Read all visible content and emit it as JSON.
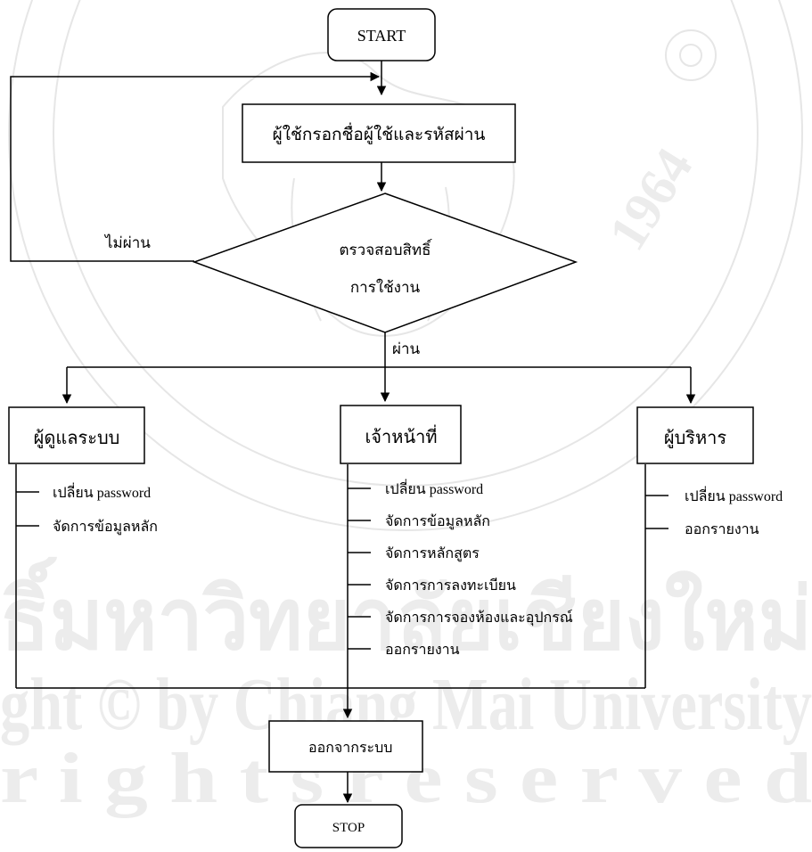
{
  "watermark": {
    "university_year": "1964",
    "line_1": "ธิ์มหาวิทยาลัยเชียงใหม่",
    "line_2": "ght © by Chiang Mai University",
    "line_3": "r i g h t s   r e s e r v e d"
  },
  "nodes": {
    "start": "START",
    "login": "ผู้ใช้กรอกชื่อผู้ใช้และรหัสผ่าน",
    "check_line1": "ตรวจสอบสิทธิ์",
    "check_line2": "การใช้งาน",
    "admin": "ผู้ดูแลระบบ",
    "staff": "เจ้าหน้าที่",
    "exec": "ผู้บริหาร",
    "logout": "ออกจากระบบ",
    "stop": "STOP"
  },
  "edges": {
    "fail": "ไม่ผ่าน",
    "pass": "ผ่าน"
  },
  "admin_items": [
    "เปลี่ยน password",
    "จัดการข้อมูลหลัก"
  ],
  "staff_items": [
    "เปลี่ยน password",
    "จัดการข้อมูลหลัก",
    "จัดการหลักสูตร",
    "จัดการการลงทะเบียน",
    "จัดการการจองห้องและอุปกรณ์",
    "ออกรายงาน"
  ],
  "exec_items": [
    "เปลี่ยน password",
    "ออกรายงาน"
  ]
}
